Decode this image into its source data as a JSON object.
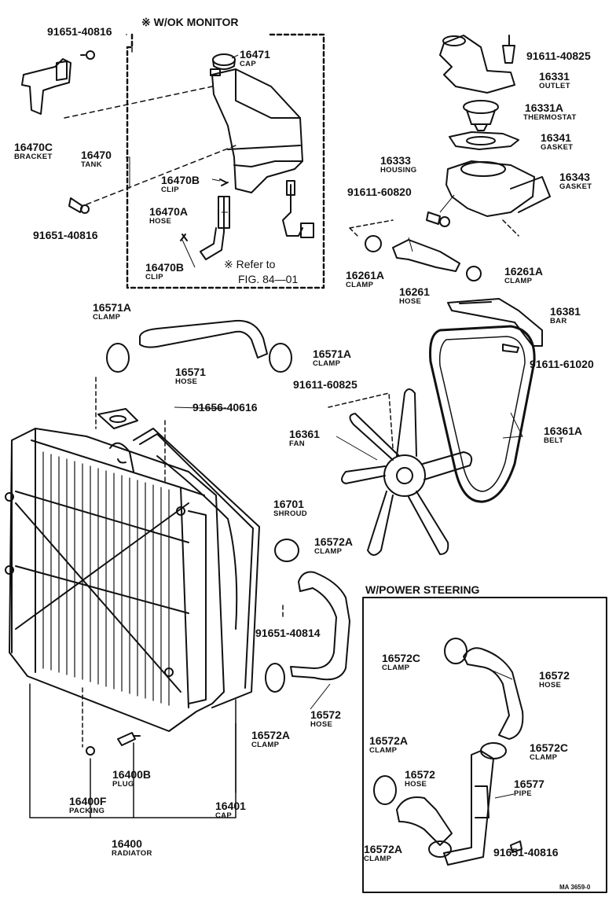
{
  "headings": {
    "ok_monitor": "※ W/OK MONITOR",
    "power_steering": "W/POWER STEERING"
  },
  "refer": {
    "line1": "※ Refer to",
    "line2": "FIG. 84—01"
  },
  "drawing_code": "MA 3659-0",
  "parts": {
    "p91651_40816_top": {
      "num": "91651-40816",
      "name": ""
    },
    "p16470c": {
      "num": "16470C",
      "name": "BRACKET"
    },
    "p16470": {
      "num": "16470",
      "name": "TANK"
    },
    "p16471": {
      "num": "16471",
      "name": "CAP"
    },
    "p16470b_1": {
      "num": "16470B",
      "name": "CLIP"
    },
    "p16470a": {
      "num": "16470A",
      "name": "HOSE"
    },
    "p91651_40816_mid": {
      "num": "91651-40816",
      "name": ""
    },
    "p16470b_2": {
      "num": "16470B",
      "name": "CLIP"
    },
    "p91611_40825": {
      "num": "91611-40825",
      "name": ""
    },
    "p16331": {
      "num": "16331",
      "name": "OUTLET"
    },
    "p16331a": {
      "num": "16331A",
      "name": "THERMOSTAT"
    },
    "p16341": {
      "num": "16341",
      "name": "GASKET"
    },
    "p16333": {
      "num": "16333",
      "name": "HOUSING"
    },
    "p16343": {
      "num": "16343",
      "name": "GASKET"
    },
    "p91611_60820": {
      "num": "91611-60820",
      "name": ""
    },
    "p16261a_l": {
      "num": "16261A",
      "name": "CLAMP"
    },
    "p16261": {
      "num": "16261",
      "name": "HOSE"
    },
    "p16261a_r": {
      "num": "16261A",
      "name": "CLAMP"
    },
    "p16381": {
      "num": "16381",
      "name": "BAR"
    },
    "p91611_61020": {
      "num": "91611-61020",
      "name": ""
    },
    "p16571a_l": {
      "num": "16571A",
      "name": "CLAMP"
    },
    "p16571": {
      "num": "16571",
      "name": "HOSE"
    },
    "p16571a_r": {
      "num": "16571A",
      "name": "CLAMP"
    },
    "p91656_40616": {
      "num": "91656-40616",
      "name": ""
    },
    "p91611_60825": {
      "num": "91611-60825",
      "name": ""
    },
    "p16361": {
      "num": "16361",
      "name": "FAN"
    },
    "p16361a": {
      "num": "16361A",
      "name": "BELT"
    },
    "p16701": {
      "num": "16701",
      "name": "SHROUD"
    },
    "p16572a_top": {
      "num": "16572A",
      "name": "CLAMP"
    },
    "p91651_40814": {
      "num": "91651-40814",
      "name": ""
    },
    "p16572_main": {
      "num": "16572",
      "name": "HOSE"
    },
    "p16572a_bot": {
      "num": "16572A",
      "name": "CLAMP"
    },
    "p16400b": {
      "num": "16400B",
      "name": "PLUG"
    },
    "p16400f": {
      "num": "16400F",
      "name": "PACKING"
    },
    "p16401": {
      "num": "16401",
      "name": "CAP"
    },
    "p16400": {
      "num": "16400",
      "name": "RADIATOR"
    },
    "p16572c_1": {
      "num": "16572C",
      "name": "CLAMP"
    },
    "p16572_ps1": {
      "num": "16572",
      "name": "HOSE"
    },
    "p16572c_2": {
      "num": "16572C",
      "name": "CLAMP"
    },
    "p16572a_ps1": {
      "num": "16572A",
      "name": "CLAMP"
    },
    "p16572_ps2": {
      "num": "16572",
      "name": "HOSE"
    },
    "p16577": {
      "num": "16577",
      "name": "PIPE"
    },
    "p16572a_ps2": {
      "num": "16572A",
      "name": "CLAMP"
    },
    "p91651_40816_ps": {
      "num": "91651-40816",
      "name": ""
    }
  }
}
